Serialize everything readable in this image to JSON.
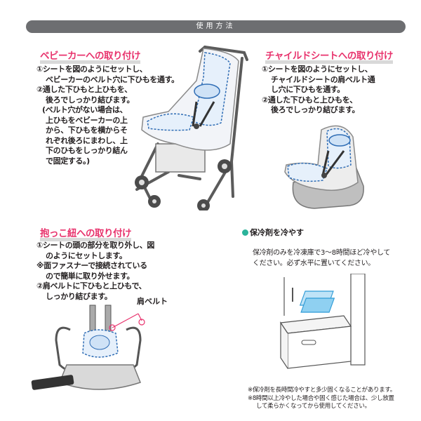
{
  "header": {
    "title": "使用方法"
  },
  "stroller": {
    "title": "ベビーカーへの取り付け",
    "lines": [
      "①シートを図のようにセットし、",
      "ベビーカーのベルト穴に下ひもを通す。",
      "②通した下ひもと上ひもを、",
      "後ろでしっかり結びます。",
      "(ベルト穴がない場合は、",
      "上ひもをベビーカーの上",
      "から、下ひもを横からそ",
      "れぞれ後ろにまわし、上",
      "下のひもをしっかり結ん",
      "で固定する。)"
    ]
  },
  "childseat": {
    "title": "チャイルドシートへの取り付け",
    "lines": [
      "①シートを図のようにセットし、",
      "チャイルドシートの肩ベルト通",
      "し穴に下ひもを通す。",
      "②通した下ひもと上ひもを、",
      "後ろでしっかり結びます。"
    ]
  },
  "carrier": {
    "title": "抱っこ紐への取り付け",
    "lines": [
      "①シートの頭の部分を取り外し、図",
      "のようにセットします。",
      "※面ファスナーで接続されている",
      "ので簡単に取り外せます。",
      "②肩ベルトに下ひもと上ひもで、",
      "しっかり結びます。"
    ],
    "belt_label": "肩ベルト"
  },
  "cooling": {
    "title": "保冷剤を冷やす",
    "lines": [
      "保冷剤のみを冷凍庫で3〜8時間ほど冷やして",
      "ください。必ず水平に置いてください。"
    ],
    "notes": [
      "※保冷剤を長時間冷やすと多少固くなることがあります。",
      "※8時間以上冷やした場合や固く感じた場合は、少し放置",
      "して柔らかくなってから使用してください。"
    ]
  },
  "colors": {
    "pink": "#e8336d",
    "green": "#2bb39a",
    "banner": "#6d6e71",
    "blue": "#2f6db5"
  }
}
